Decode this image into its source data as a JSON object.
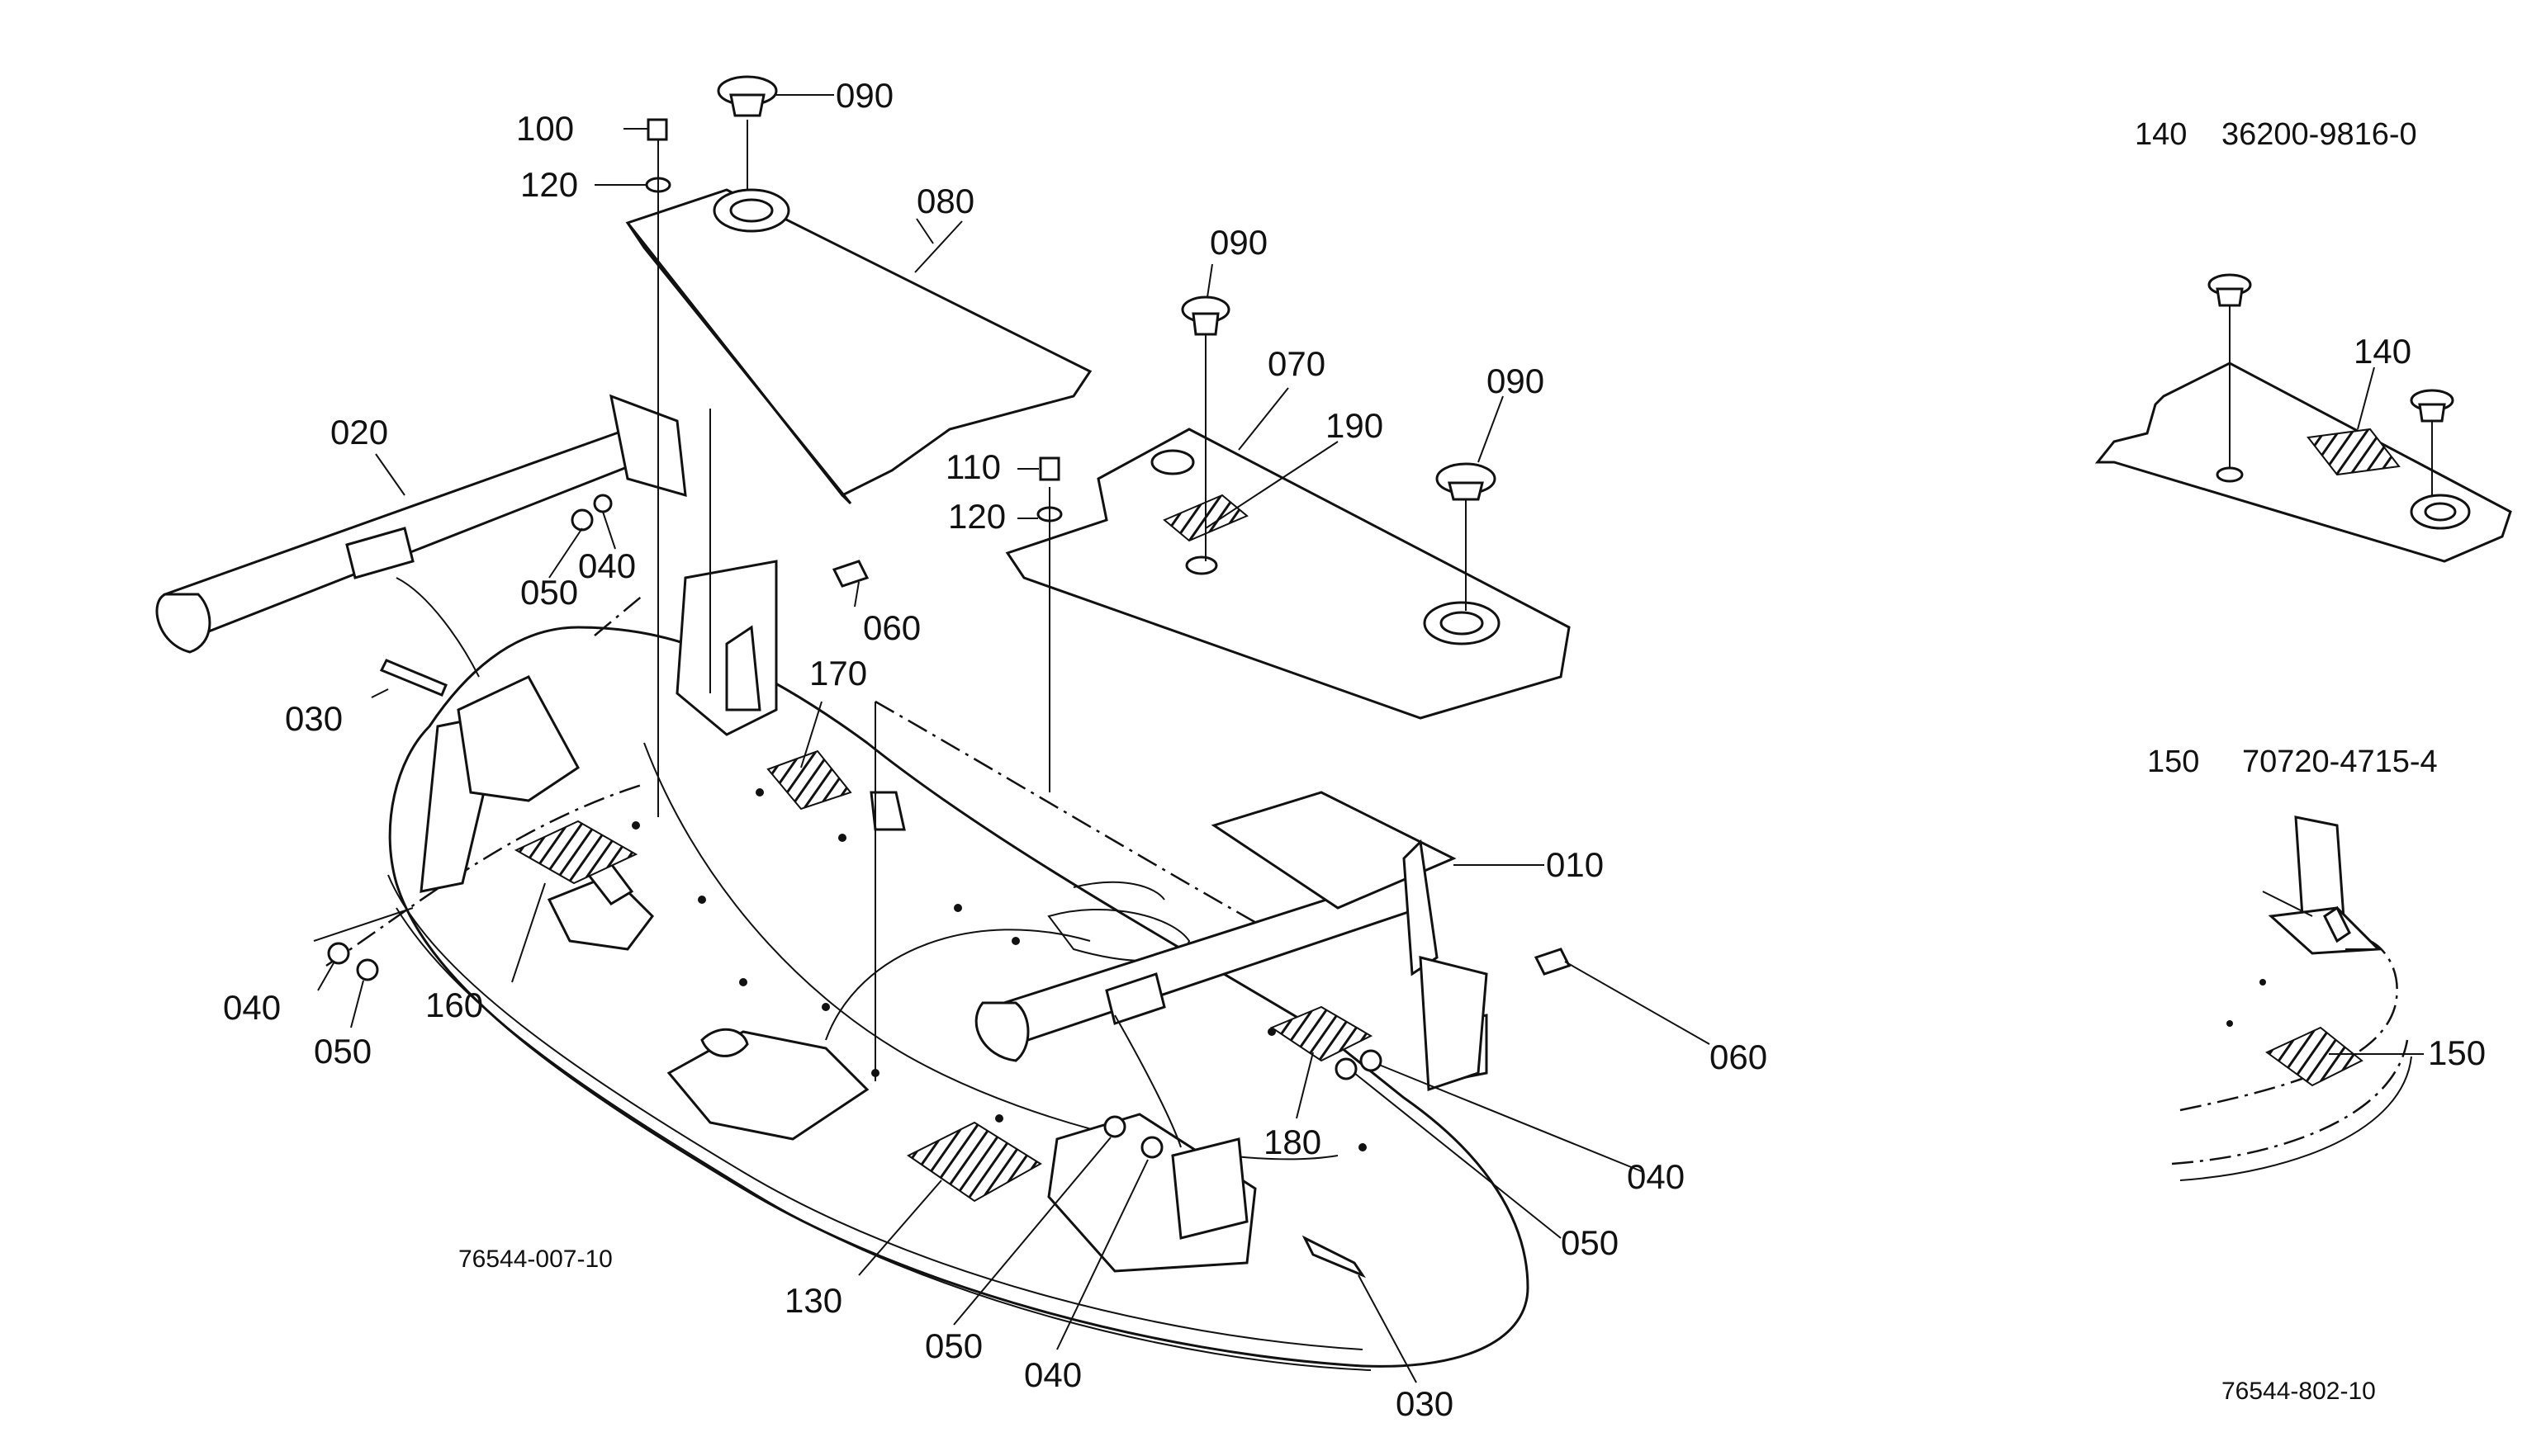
{
  "drawing_numbers": {
    "main": "76544-007-10",
    "inset": "76544-802-10"
  },
  "insets": [
    {
      "item": "140",
      "part_number": "36200-9816-0"
    },
    {
      "item": "150",
      "part_number": "70720-4715-4"
    }
  ],
  "callouts": {
    "c010": "010",
    "c020": "020",
    "c030a": "030",
    "c030b": "030",
    "c040a": "040",
    "c040b": "040",
    "c040c": "040",
    "c040d": "040",
    "c050a": "050",
    "c050b": "050",
    "c050c": "050",
    "c050d": "050",
    "c060a": "060",
    "c060b": "060",
    "c070": "070",
    "c080": "080",
    "c090a": "090",
    "c090b": "090",
    "c090c": "090",
    "c100": "100",
    "c110": "110",
    "c120a": "120",
    "c120b": "120",
    "c130": "130",
    "c140": "140",
    "c150": "150",
    "c160": "160",
    "c170": "170",
    "c180": "180",
    "c190": "190"
  }
}
